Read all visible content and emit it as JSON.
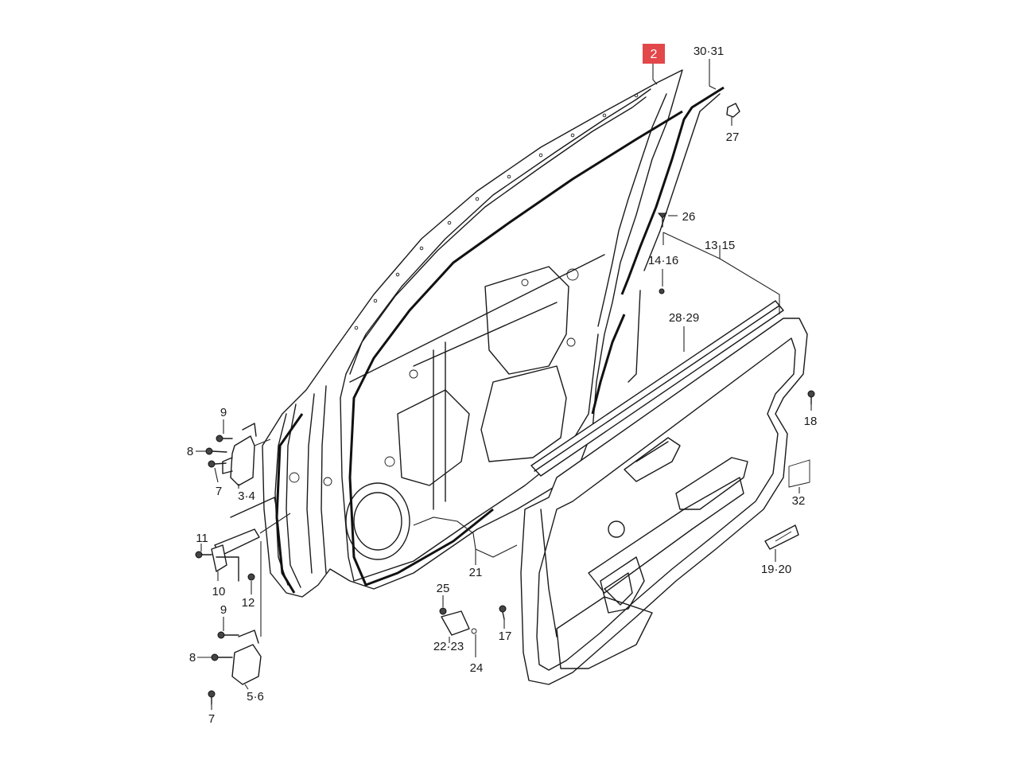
{
  "diagram": {
    "highlighted_part": "2",
    "highlight_color": "#e2474a",
    "line_color": "#1a1a1a",
    "callouts": {
      "c_30_31": "30·31",
      "c_27": "27",
      "c_26": "26",
      "c_13_15": "13·15",
      "c_14_16": "14·16",
      "c_28_29": "28·29",
      "c_18": "18",
      "c_32": "32",
      "c_19_20": "19·20",
      "c_21": "21",
      "c_17": "17",
      "c_25": "25",
      "c_22_23": "22·23",
      "c_24": "24",
      "c_9a": "9",
      "c_8a": "8",
      "c_7a": "7",
      "c_3_4": "3·4",
      "c_11": "11",
      "c_10": "10",
      "c_12": "12",
      "c_9b": "9",
      "c_8b": "8",
      "c_5_6": "5·6",
      "c_7b": "7"
    }
  }
}
